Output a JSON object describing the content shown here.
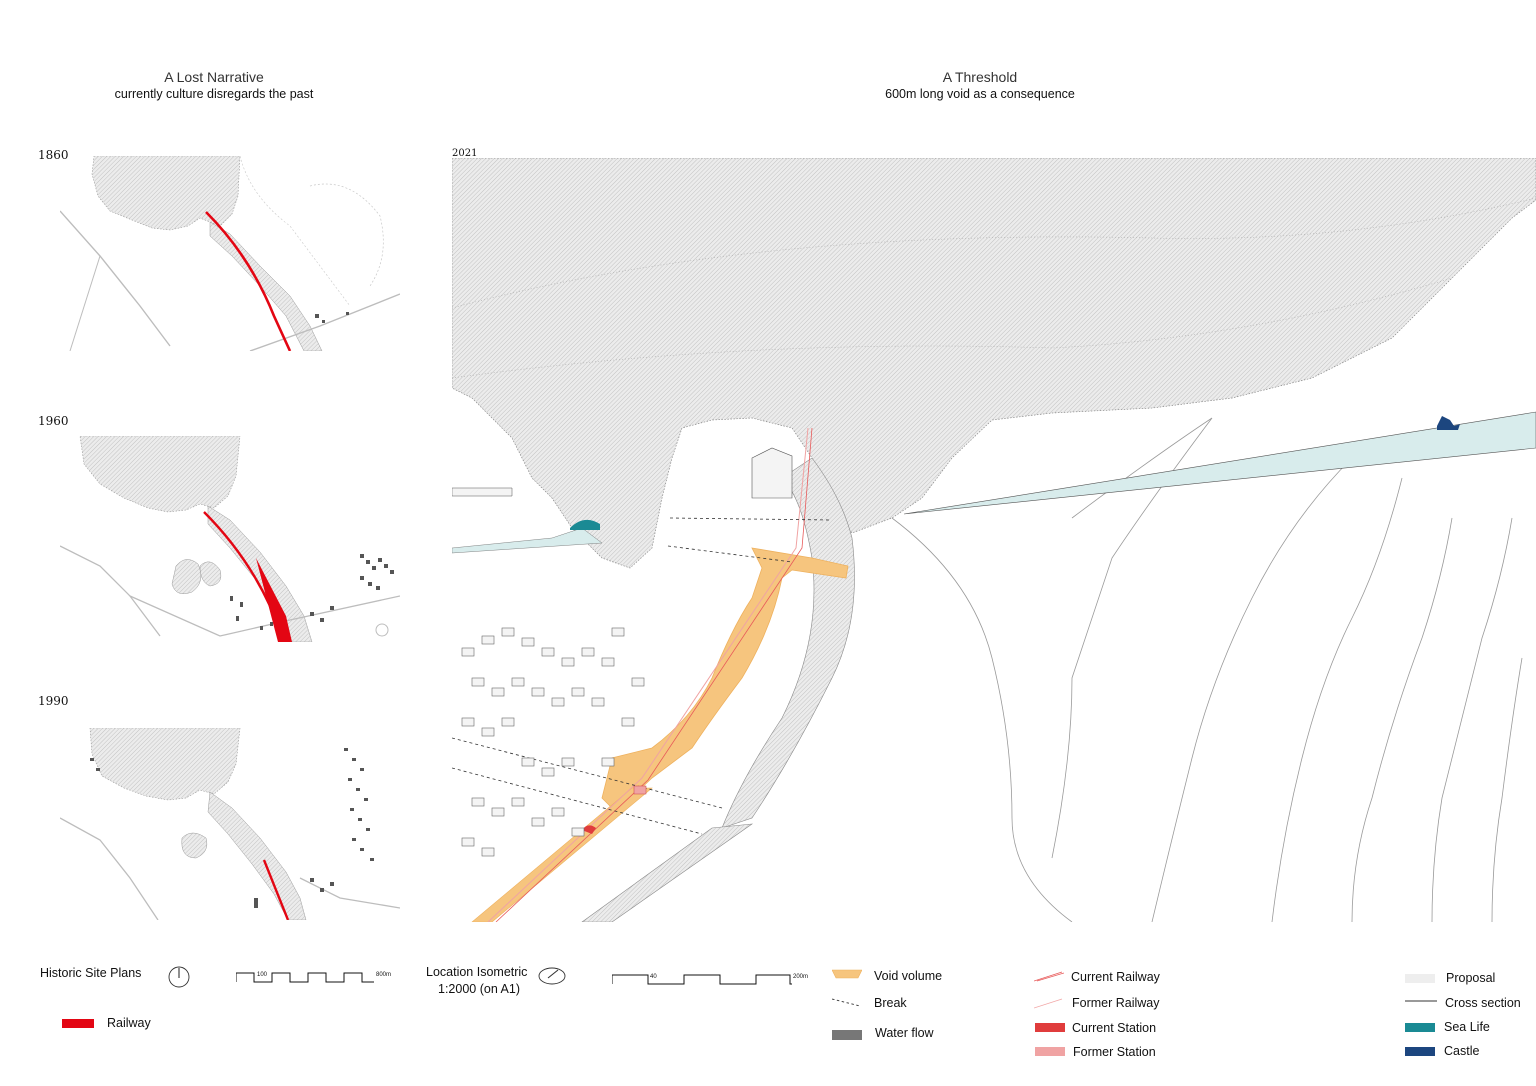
{
  "left_panel": {
    "title": "A Lost Narrative",
    "subtitle": "currently culture disregards the past",
    "years": [
      "1860",
      "1960",
      "1990"
    ]
  },
  "right_panel": {
    "title": "A Threshold",
    "subtitle": "600m long void as a consequence",
    "year": "2021"
  },
  "legend": {
    "historic": {
      "label": "Historic Site Plans",
      "scale_start": "100",
      "scale_end": "800m",
      "railway_label": "Railway",
      "railway_color": "#e30613"
    },
    "location": {
      "label_line1": "Location Isometric",
      "label_line2": "1:2000 (on A1)",
      "scale_start": "40",
      "scale_end": "200m"
    },
    "items_a": [
      {
        "label": "Void volume",
        "color": "#f6c57e"
      },
      {
        "label": "Break",
        "color": "#333333"
      },
      {
        "label": "Water flow",
        "color": "#777777"
      }
    ],
    "items_b": [
      {
        "label": "Current Railway",
        "color": "#e85a5a"
      },
      {
        "label": "Former Railway",
        "color": "#f2a7a7"
      },
      {
        "label": "Current Station",
        "color": "#e03c3c"
      },
      {
        "label": "Former Station",
        "color": "#f0a3a3"
      }
    ],
    "items_c": [
      {
        "label": "Proposal",
        "color": "#eeeeee"
      },
      {
        "label": "Cross section",
        "color": "#333333"
      },
      {
        "label": "Sea Life",
        "color": "#1a8a94"
      },
      {
        "label": "Castle",
        "color": "#1c467f"
      }
    ]
  }
}
